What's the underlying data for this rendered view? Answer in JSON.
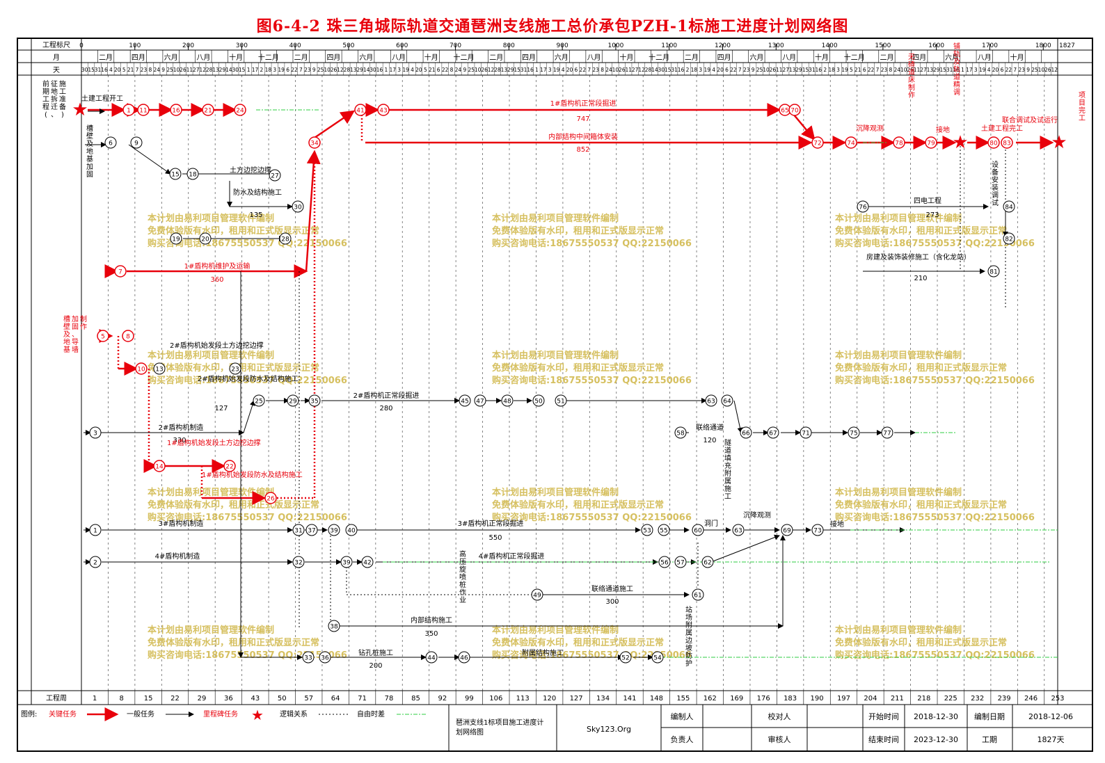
{
  "title": "图6-4-2    珠三角城际轨道交通琶洲支线施工总价承包PZH-1标施工进度计划网络图",
  "header": {
    "ruler_label": "工程标尺",
    "ruler_ticks": [
      "0",
      "100",
      "200",
      "300",
      "400",
      "500",
      "600",
      "700",
      "800",
      "900",
      "1000",
      "1100",
      "1200",
      "1300",
      "1400",
      "1500",
      "1600",
      "1700",
      "1800",
      "1827"
    ],
    "month_label": "月",
    "months": [
      "二月",
      "四月",
      "六月",
      "八月",
      "十月",
      "十二月",
      "二月",
      "四月",
      "六月",
      "八月",
      "十月",
      "十二月",
      "二月",
      "四月",
      "六月",
      "八月",
      "十月",
      "十二月",
      "二月",
      "四月",
      "六月",
      "八月",
      "十月",
      "十二月",
      "二月",
      "四月",
      "六月",
      "八月",
      "十月"
    ],
    "day_label": "天",
    "days": "30 15 31 16 4 20 5 21 7 23 8 24 9 25 10 26 11 27 12 28 13 29 14 30 15 1 17 2 18 3 19 6 22 7 23 9 25 10 26 12 28 13 29 14 30 16 1 17 3 19 4 20 5 21 6 22 8 24 9 25 10 26 12 28 13 29 15 31 16 1 17 3 19 4 20 6 22 7 23 8 24 10 26 11 27 12 28 14 30 15 31 16 2 18 3 19 4 20 6 22 7 23 9 25 10 26 11 27 13 29 15 31 16 2 18 3 19 5 21 6 22 7 23 8 24 10 26 11 27 13 29 15 31 16 1 17 3 19 4 20 6 22 7 23 9 25 10 26 12",
    "week_label": "工程周",
    "weeks": [
      "1",
      "8",
      "15",
      "22",
      "29",
      "36",
      "43",
      "50",
      "57",
      "64",
      "71",
      "78",
      "85",
      "92",
      "99",
      "106",
      "113",
      "120",
      "127",
      "134",
      "141",
      "148",
      "155",
      "162",
      "169",
      "176",
      "183",
      "190",
      "197",
      "204",
      "211",
      "218",
      "225",
      "232",
      "239",
      "246",
      "253"
    ]
  },
  "legend": {
    "label": "图例:",
    "critical": "关键任务",
    "general": "一般任务",
    "milestone": "里程碑任务",
    "logic": "逻辑关系",
    "float": "自由时差"
  },
  "footer": {
    "project_name": "琶洲支线1标项目施工进度计划网络图",
    "site": "Sky123.Org",
    "editor_label": "编制人",
    "checker_label": "校对人",
    "lead_label": "负责人",
    "auditor_label": "审核人",
    "start_label": "开始时间",
    "start_value": "2018-12-30",
    "end_label": "结束时间",
    "end_value": "2023-12-30",
    "made_label": "编制日期",
    "made_value": "2018-12-06",
    "period_label": "工期",
    "period_value": "1827天"
  },
  "watermark": [
    "本计划由易利项目管理软件编制",
    "免费体验版有水印，租用和正式版显示正常",
    "购买咨询电话:18675550537 QQ:22150066"
  ],
  "colors": {
    "critical": "#e8000b",
    "general": "#000000",
    "float": "#2ecc40",
    "watermark": "#d6c060"
  },
  "network": {
    "left_notes": [
      {
        "t": "前期工程(征地拆迁、施工准备)",
        "c": "black"
      },
      {
        "t": "槽壁及地基加固",
        "c": "black"
      },
      {
        "t": "槽壁及地基加固、导墙制作",
        "c": "red"
      }
    ],
    "tasks": [
      {
        "t": "土建工程开工",
        "c": "black"
      },
      {
        "t": "1#盾构机正常段掘进",
        "c": "red"
      },
      {
        "t": "747",
        "c": "red"
      },
      {
        "t": "内部结构中间箱体安装",
        "c": "red"
      },
      {
        "t": "852",
        "c": "red"
      },
      {
        "t": "1#盾构机维护及运输",
        "c": "red"
      },
      {
        "t": "360",
        "c": "red"
      },
      {
        "t": "土方边挖边撑",
        "c": "black"
      },
      {
        "t": "防水及结构施工",
        "c": "black"
      },
      {
        "t": "135",
        "c": "black"
      },
      {
        "t": "2#盾构机始发段土方边挖边撑",
        "c": "black"
      },
      {
        "t": "2#盾构机始发段防水及结构施工",
        "c": "black"
      },
      {
        "t": "127",
        "c": "black"
      },
      {
        "t": "2#盾构机正常段掘进",
        "c": "black"
      },
      {
        "t": "280",
        "c": "black"
      },
      {
        "t": "2#盾构机制造",
        "c": "black"
      },
      {
        "t": "330",
        "c": "black"
      },
      {
        "t": "联络通道",
        "c": "black"
      },
      {
        "t": "120",
        "c": "black"
      },
      {
        "t": "1#盾构机始发段土方边挖边撑",
        "c": "red"
      },
      {
        "t": "1#盾构机始发段防水及结构施工",
        "c": "red"
      },
      {
        "t": "3#盾构机制造",
        "c": "black"
      },
      {
        "t": "3#盾构机正常段掘进",
        "c": "black"
      },
      {
        "t": "550",
        "c": "black"
      },
      {
        "t": "4#盾构机制造",
        "c": "black"
      },
      {
        "t": "4#盾构机正常段掘进",
        "c": "black"
      },
      {
        "t": "联络通道施工",
        "c": "black"
      },
      {
        "t": "300",
        "c": "black"
      },
      {
        "t": "内部结构施工",
        "c": "black"
      },
      {
        "t": "350",
        "c": "black"
      },
      {
        "t": "钻孔桩施工",
        "c": "black"
      },
      {
        "t": "200",
        "c": "black"
      },
      {
        "t": "附属结构施工",
        "c": "black"
      },
      {
        "t": "高压旋喷桩作业",
        "c": "black"
      },
      {
        "t": "站场附属边坡防护",
        "c": "black"
      },
      {
        "t": "沉降观测",
        "c": "red"
      },
      {
        "t": "沉降观测",
        "c": "black"
      },
      {
        "t": "无碴道床制作",
        "c": "red"
      },
      {
        "t": "接地",
        "c": "red"
      },
      {
        "t": "接地",
        "c": "black"
      },
      {
        "t": "铺轨及轨道精调",
        "c": "red"
      },
      {
        "t": "土建工程完工",
        "c": "red"
      },
      {
        "t": "联合调试及试运行",
        "c": "red"
      },
      {
        "t": "项目完工",
        "c": "red"
      },
      {
        "t": "四电工程",
        "c": "black"
      },
      {
        "t": "273",
        "c": "black"
      },
      {
        "t": "房建及装饰装修施工（含化龙站）",
        "c": "black"
      },
      {
        "t": "210",
        "c": "black"
      },
      {
        "t": "设备安装调试",
        "c": "black"
      },
      {
        "t": "洞门",
        "c": "black"
      },
      {
        "t": "隧道填充附属施工",
        "c": "black"
      }
    ]
  }
}
